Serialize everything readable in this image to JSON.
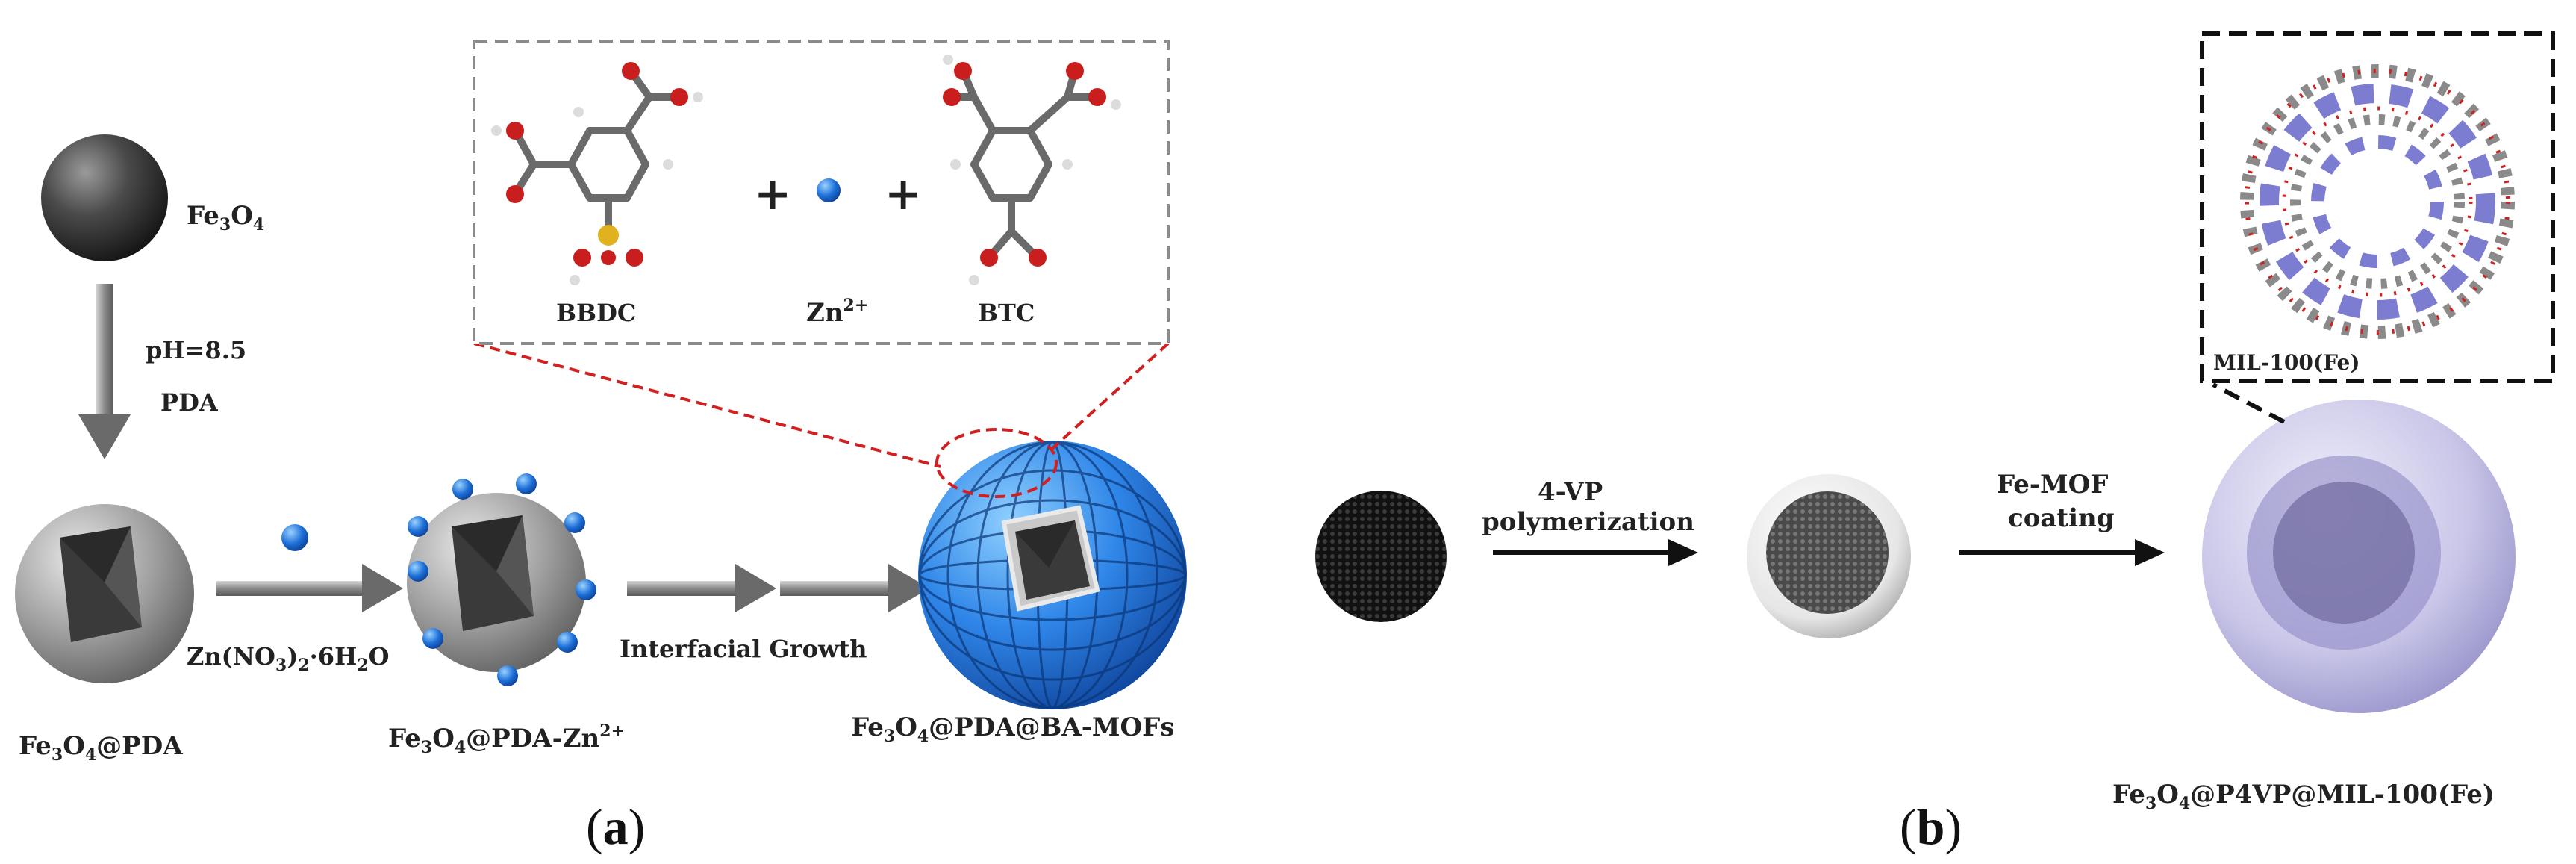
{
  "panel_a": {
    "fe3o4": {
      "main": "Fe",
      "sub1": "3",
      "mid": "O",
      "sub2": "4"
    },
    "step1": {
      "condition": "pH=8.5",
      "reagent": "PDA"
    },
    "inset": {
      "bbdc": "BBDC",
      "zn_ion": {
        "main": "Zn",
        "sup": "2+"
      },
      "btc": "BTC",
      "plus_sign": "+"
    },
    "step2": {
      "reagent_a": "Zn(NO",
      "reagent_sub": "3",
      "reagent_b": ")",
      "reagent_sub2": "2",
      "reagent_c": "·6H",
      "reagent_sub3": "2",
      "reagent_d": "O"
    },
    "step3": {
      "label": "Interfacial Growth"
    },
    "products": {
      "p1": {
        "a": "Fe",
        "s1": "3",
        "b": "O",
        "s2": "4",
        "c": "@PDA"
      },
      "p2": {
        "a": "Fe",
        "s1": "3",
        "b": "O",
        "s2": "4",
        "c": "@PDA-Zn",
        "sup": "2+"
      },
      "p3": {
        "a": "Fe",
        "s1": "3",
        "b": "O",
        "s2": "4",
        "c": "@PDA@BA-MOFs"
      }
    },
    "panel_label": {
      "open": "(",
      "letter": "a",
      "close": ")"
    }
  },
  "panel_b": {
    "step1": {
      "line1": "4-VP",
      "line2": "polymerization"
    },
    "step2": {
      "line1": "Fe-MOF",
      "line2": "coating"
    },
    "inset_label": "MIL-100(Fe)",
    "product": {
      "a": "Fe",
      "s1": "3",
      "b": "O",
      "s2": "4",
      "c": "@P4VP@MIL-100(Fe)"
    },
    "panel_label": {
      "open": "(",
      "letter": "b",
      "close": ")"
    }
  },
  "colors": {
    "sphere_dark": "#3a3a3a",
    "zn_blue": "#1d6fd8",
    "mof_blue": "#2f86e8",
    "shell_lavender": "#b9b6de",
    "dashed_red": "#d21f1f",
    "arrow_gray": "#8a8a8a"
  }
}
